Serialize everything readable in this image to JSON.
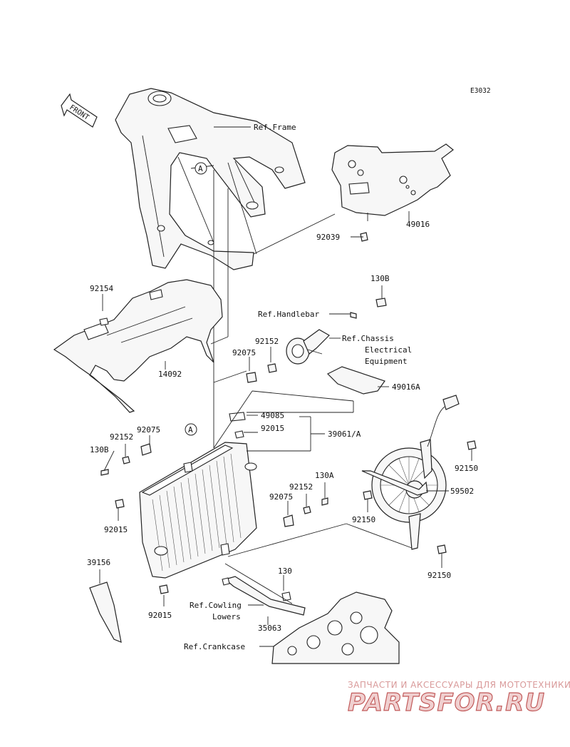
{
  "diagram_code": "E3032",
  "front_arrow_text": "FRONT",
  "callout_a": "A",
  "labels": {
    "ref_frame": "Ref.Frame",
    "p49016": "49016",
    "p92039": "92039",
    "p130b_top": "130B",
    "ref_handlebar": "Ref.Handlebar",
    "ref_chassis_1": "Ref.Chassis",
    "ref_chassis_2": "Electrical",
    "ref_chassis_3": "Equipment",
    "p92154": "92154",
    "p92152_top": "92152",
    "p92075_top": "92075",
    "p14092": "14092",
    "p49016a": "49016A",
    "p49085": "49085",
    "p92015_top": "92015",
    "p39061": "39061/A",
    "p92075_left": "92075",
    "p92152_left": "92152",
    "p130b_left": "130B",
    "p92015_left": "92015",
    "p130a": "130A",
    "p92152_mid": "92152",
    "p92075_mid": "92075",
    "p92150_top": "92150",
    "p59502": "59502",
    "p92150_mid": "92150",
    "p92150_bot": "92150",
    "p39156": "39156",
    "p130": "130",
    "ref_cowling_1": "Ref.Cowling",
    "ref_cowling_2": "Lowers",
    "p92015_bot": "92015",
    "p35063": "35063",
    "ref_crankcase": "Ref.Crankcase"
  },
  "watermark": {
    "tagline": "ЗАПЧАСТИ И АКСЕССУАРЫ ДЛЯ МОТОТЕХНИКИ",
    "brand": "PARTSFOR.RU"
  }
}
